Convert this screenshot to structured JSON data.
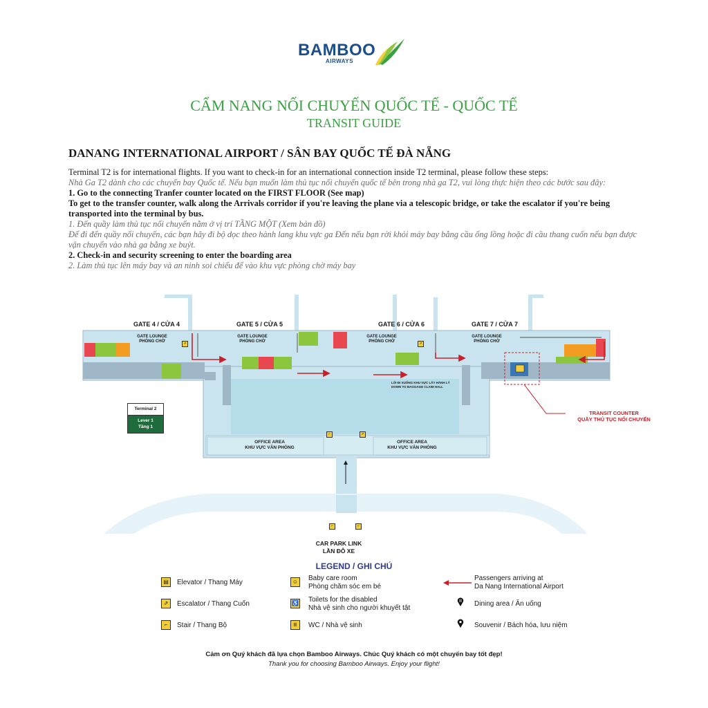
{
  "logo": {
    "word": "BAMBOO",
    "sub": "AIRWAYS"
  },
  "title_vn": "CẨM NANG NỐI CHUYẾN QUỐC TẾ - QUỐC TẾ",
  "title_en": "TRANSIT GUIDE",
  "airport_title": "DANANG INTERNATIONAL AIRPORT / SÂN BAY QUỐC TẾ ĐÀ NẴNG",
  "steps": {
    "intro_en": "Terminal T2 is for international flights. If you want to check-in for an international connection inside T2 terminal, please follow these steps:",
    "intro_vn": "Nhà Ga T2 dành cho các chuyến bay Quốc tế. Nếu bạn muốn làm thủ tục nối chuyến quốc tế bên trong nhà ga T2, vui lòng thực hiện theo các bước sau đây:",
    "step1_en": "1. Go to the connecting Tranfer counter located on the FIRST FLOOR (See map)",
    "step1_detail_en": "To get to the transfer counter, walk along the Arrivals corridor if you're leaving the plane via a telescopic bridge, or take the escalator if you're being transported into the terminal by bus.",
    "step1_vn": "1. Đến quầy làm thủ tục nối chuyến nằm ở vị trí TẦNG MỘT (Xem bản đồ)",
    "step1_detail_vn": "Để đi đến quầy nối chuyến, các bạn hãy đi bộ dọc theo hành lang khu vực ga Đến nếu bạn rời khỏi máy bay bằng cầu ống lồng hoặc đi cầu thang cuốn nếu bạn được vận chuyển vào nhà ga bằng xe buýt.",
    "step2_en": "2. Check-in and security screening to enter the boarding area",
    "step2_vn": "2. Làm thủ tục lên máy bay và an ninh soi chiếu để vào khu vực phòng chờ máy bay"
  },
  "map": {
    "gates": [
      {
        "label": "GATE 4 / CỬA 4"
      },
      {
        "label": "GATE 5 / CỬA 5"
      },
      {
        "label": "GATE 6 / CỬA 6"
      },
      {
        "label": "GATE 7 / CỬA 7"
      }
    ],
    "lounge_en": "GATE LOUNGE",
    "lounge_vn": "PHÒNG CHỜ",
    "office_en": "OFFICE AREA",
    "office_vn": "KHU VỰC VĂN PHÒNG",
    "baggage_vn": "LỐI ĐI XUỐNG KHU VỰC LẤY HÀNH LÝ",
    "baggage_en": "DOWN TO BAGGAGE CLAIM HALL",
    "terminal_label": "Terminal 2",
    "level_en": "Lever 1",
    "level_vn": "Tầng 1",
    "transit_en": "TRANSIT COUNTER",
    "transit_vn": "QUẦY THỦ TỤC NỐI CHUYẾN",
    "carpark_en": "CAR PARK LINK",
    "carpark_vn": "LẦN ĐỖ XE",
    "colors": {
      "building": "#c9e4ee",
      "corridor": "#9fb6c6",
      "green": "#8cc63f",
      "red": "#e8474f",
      "orange": "#f39c22",
      "accent_red": "#c8202a"
    }
  },
  "legend": {
    "title": "LEGEND / GHI CHÚ",
    "items": [
      {
        "icon": "elevator-icon",
        "label": "Elevator / Thang Máy"
      },
      {
        "icon": "escalator-icon",
        "label": "Escalator / Thang Cuốn"
      },
      {
        "icon": "stair-icon",
        "label": "Stair / Thang Bộ"
      },
      {
        "icon": "baby-care-icon",
        "label_en": "Baby care room",
        "label_vn": "Phòng chăm sóc em bé"
      },
      {
        "icon": "disabled-toilet-icon",
        "label_en": "Toilets for the disabled",
        "label_vn": "Nhà vệ sinh cho người khuyết tật"
      },
      {
        "icon": "wc-icon",
        "label": "WC / Nhà vệ sinh"
      },
      {
        "icon": "arrow-red-icon",
        "label_en": "Passengers arriving at",
        "label_vn": "Da Nang International Airport"
      },
      {
        "icon": "dining-pin-icon",
        "label": "Dining area / Ăn uống"
      },
      {
        "icon": "souvenir-pin-icon",
        "label": "Souvenir / Bách hóa, lưu niệm"
      }
    ]
  },
  "footer_vn": "Cảm ơn Quý khách đã lựa chọn Bamboo Airways. Chúc Quý khách có một chuyến bay tốt đẹp!",
  "footer_en": "Thank you for choosing Bamboo Airways. Enjoy your flight!"
}
